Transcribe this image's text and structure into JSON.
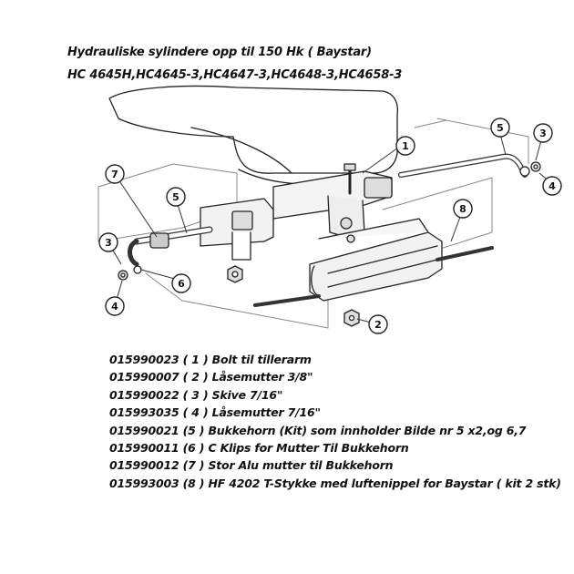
{
  "title": {
    "line1": "Hydrauliske sylindere opp til 150 Hk ( Baystar)",
    "line2": "HC 4645H,HC4645-3,HC4647-3,HC4648-3,HC4658-3"
  },
  "callouts": [
    "1",
    "2",
    "3",
    "4",
    "5",
    "6",
    "7",
    "8"
  ],
  "parts": [
    {
      "number": "015990023",
      "ref": "( 1 )",
      "description": "Bolt til tillerarm"
    },
    {
      "number": "015990007",
      "ref": "( 2 )",
      "description": "Låsemutter 3/8\""
    },
    {
      "number": "015990022",
      "ref": "( 3 )",
      "description": "Skive 7/16\""
    },
    {
      "number": "015993035",
      "ref": "( 4 )",
      "description": "Låsemutter 7/16\""
    },
    {
      "number": "015990021",
      "ref": "(5 )",
      "description": "Bukkehorn (Kit) som innholder Bilde nr 5 x2,og 6,7"
    },
    {
      "number": "015990011",
      "ref": "(6 )",
      "description": "C Klips for Mutter Til Bukkehorn"
    },
    {
      "number": "015990012",
      "ref": "(7 )",
      "description": "Stor Alu mutter til Bukkehorn"
    },
    {
      "number": "015993003",
      "ref": "(8 )",
      "description": "HF 4202 T-Stykke med luftenippel for Baystar ( kit 2 stk)"
    }
  ]
}
